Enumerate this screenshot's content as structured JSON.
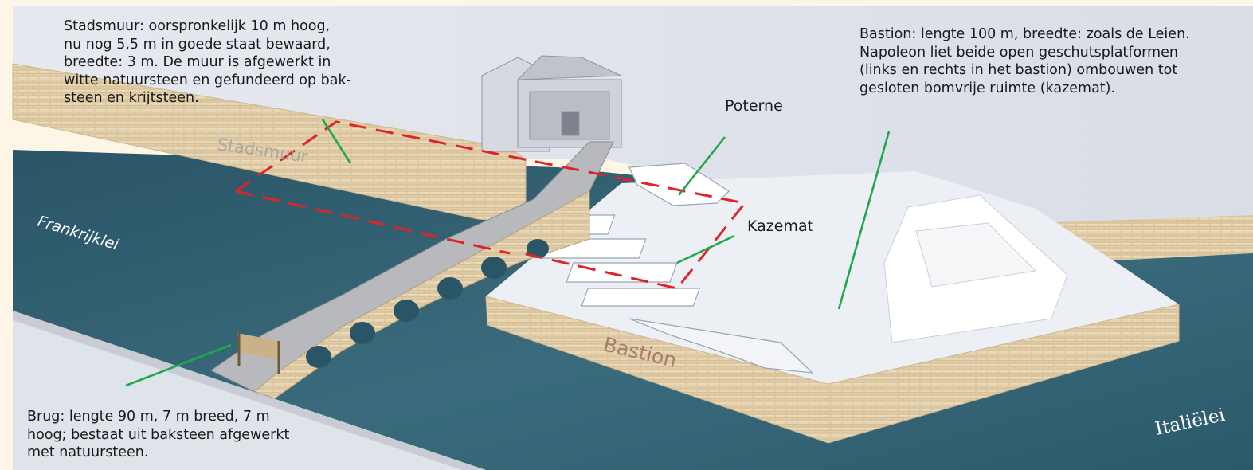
{
  "labels": {
    "stadsmuur": "Stadsmuur",
    "bastion": "Bastion",
    "frankrijklei": "Frankrijklei",
    "italielei": "Italiëlei",
    "poterne": "Poterne",
    "kazemat": "Kazemat"
  },
  "notes": {
    "stadsmuur": "Stadsmuur: oorspronkelijk 10 m hoog,\nnu nog 5,5 m in goede staat bewaard,\nbreedte: 3 m.  De muur is afgewerkt in\nwitte natuursteen en gefundeerd op bak-\nsteen en krijtsteen.",
    "bastion": "Bastion: lengte 100 m, breedte: zoals de Leien.\nNapoleon liet beide open geschutsplatformen\n(links en rechts in het bastion) ombouwen tot\ngesloten bomvrije ruimte (kazemat).",
    "brug": "Brug: lengte 90 m, 7 m breed, 7 m\nhoog; bestaat uit baksteen afgewerkt\nmet natuursteen."
  },
  "colors": {
    "background": "#fdf6e6",
    "water": "#2f5c6e",
    "ground": "#dfe3ea",
    "masonry": "#e9d7b4",
    "callout_line": "#1fa84a",
    "dashed_outline": "#e0232b"
  }
}
